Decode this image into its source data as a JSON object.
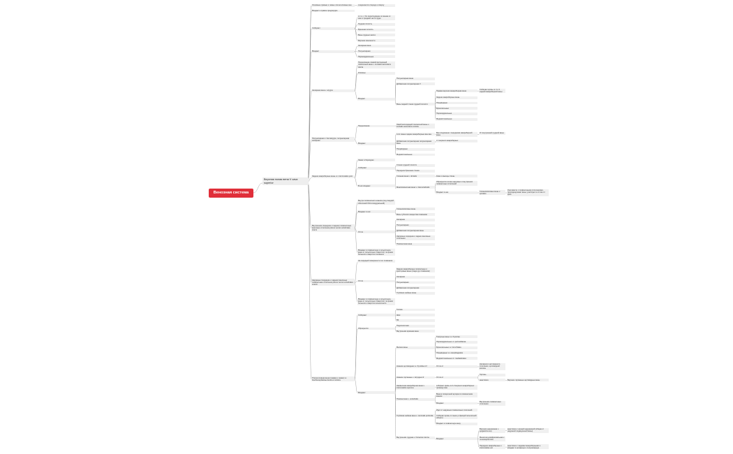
{
  "root": "Венозная система",
  "main_branch": "Верхняя полая вена V cava superior",
  "branches": [
    {
      "label": "Основные правые и левые плечеголовные вен",
      "children": [
        {
          "label": "соединяются спереди и сверху"
        }
      ]
    },
    {
      "label": "Впадает в правое предсердие"
    },
    {
      "label": "Собирает",
      "children": [
        {
          "label": "от го-т, Что происходящие по венам от шеи и средней части груди"
        },
        {
          "label": "Грудная полость"
        },
        {
          "label": "Брюшная полость"
        },
        {
          "label": "Вены грудных желез"
        },
        {
          "label": "Верхние конечности"
        }
      ]
    },
    {
      "label": "Впадает",
      "children": [
        {
          "label": "Непарная вена"
        },
        {
          "label": "Полунепарная"
        },
        {
          "label": "Перикардиальные"
        }
      ]
    },
    {
      "label": "Непарная вена v. azygos",
      "children": [
        {
          "label": "Продолжение правой восходящей поясничной вены v. lumbalis ascendens dextra"
        },
        {
          "label": "Клапаны"
        },
        {
          "label": "Впадает",
          "children": [
            {
              "label": "Полунепарная вена"
            },
            {
              "label": "Добавочная полунепарная V"
            },
            {
              "label": "Вены задней стенки грудной полости",
              "children": [
                {
                  "label": "Правая верхняя межреберная вена",
                  "children": [
                    {
                      "label": "Собирает кровь от 2 и 3 задней межреберной вены"
                    }
                  ]
                },
                {
                  "label": "Задние межреберные вены"
                },
                {
                  "label": "Пищеводные"
                },
                {
                  "label": "Бронхиальные"
                },
                {
                  "label": "Перикардиальные"
                },
                {
                  "label": "Медиастинальные"
                }
              ]
            }
          ]
        }
      ]
    },
    {
      "label": "Полунепарная v. hemiazygos, полунепарная непарная",
      "children": [
        {
          "label": "Продолжение",
          "children": [
            {
              "label": "Левой восходящей поясничной вены v. lumbalis ascendens sinistra"
            }
          ]
        },
        {
          "label": "Впадают",
          "children": [
            {
              "label": "4-11 левые задние межреберные вен вен",
              "children": [
                {
                  "label": "Вен соединена с передними межреберной вены",
                  "children": [
                    {
                      "label": "От внутренней грудной вены"
                    }
                  ]
                }
              ]
            },
            {
              "label": "Добавочная полунепарная полунепарная вена",
              "children": [
                {
                  "label": "с 1 верхних межреберных"
                }
              ]
            },
            {
              "label": "Пищеводные"
            },
            {
              "label": "Медиастинальные"
            }
          ]
        }
      ]
    },
    {
      "label": "Задние межреберные вены vv. intercostales post",
      "children": [
        {
          "label": "Лежат в бороздках"
        },
        {
          "label": "Собирают",
          "children": [
            {
              "label": "Стенки грудной полости"
            },
            {
              "label": "Передняя брюшная стенка"
            }
          ]
        },
        {
          "label": "В них впадают",
          "children": [
            {
              "label": "Спинная вена v. dorsalis",
              "children": [
                {
                  "label": "Кожа и мышцы спины"
                }
              ]
            },
            {
              "label": "Межпозвоночная вена v. intervertebralis",
              "children": [
                {
                  "label": "Образуются из вен наружных и внутренних позвоночных сплетений"
                },
                {
                  "label": "Впадает в нее",
                  "children": [
                    {
                      "label": "Спинномозговые вены v. spinales",
                      "children": [
                        {
                          "label": "Они вместе с позвоночными сплетениями, преподнодлежат вены участвуют в оттоке от ЦНС"
                        }
                      ]
                    }
                  ]
                }
              ]
            }
          ]
        }
      ]
    },
    {
      "label": "Внутренние (передние и задние) позвоночные венозные сплетения plexus venosi vertebrales interni",
      "children": [
        {
          "label": "Внутри позвоночного канала (под твердой оболочкой СМ в эпидуральной)"
        },
        {
          "label": "Впадают в них",
          "children": [
            {
              "label": "Спинномозговые вены"
            },
            {
              "label": "Вены губчатого вещества позвонков"
            }
          ]
        },
        {
          "label": "Отток",
          "children": [
            {
              "label": "Непарная"
            },
            {
              "label": "Полунепарная"
            },
            {
              "label": "Добавочная полунепарная вены"
            },
            {
              "label": "Наружные передние и задние венозные сплетения"
            },
            {
              "label": "Позвоночная вена"
            }
          ]
        },
        {
          "label": "Впадают в позвоночную и затылочную вены от затылочных отверстий, по краям большого отверстия головного"
        }
      ]
    },
    {
      "label": "Наружные (передние и задние) венозные позвоночные сплетения plexus venosi vertebrales externi",
      "children": [
        {
          "label": "На передней поверхности тел позвонков"
        },
        {
          "label": "Отток",
          "children": [
            {
              "label": "Задние межреберные поясничные и крестцовые вены (сзади дуг позвонков)"
            },
            {
              "label": "Непарная"
            },
            {
              "label": "Полунепарная"
            },
            {
              "label": "Добавочная полунепарная"
            },
            {
              "label": "Глубокие шейные вены"
            }
          ]
        },
        {
          "label": "Впадают в позвоночную и затылочную вены от затылочных отверстий, по краям большого отверстия затылочного"
        }
      ]
    },
    {
      "label": "Плечеголовная вена (правая и левая) vv. brachiocephalicae dextra et sinistra",
      "children": [
        {
          "label": "Собирают",
          "children": [
            {
              "label": "Голова"
            },
            {
              "label": "Шея"
            },
            {
              "label": "ВК"
            }
          ]
        },
        {
          "label": "Образуются",
          "children": [
            {
              "label": "Подключичная"
            },
            {
              "label": "Внутренняя яремная вена"
            }
          ]
        },
        {
          "label": "Впадают",
          "children": [
            {
              "label": "Мелкие вены",
              "children": [
                {
                  "label": "Тимусные вены vv. thymicae"
                },
                {
                  "label": "Перикардиальные vv. pericardiacae"
                },
                {
                  "label": "Бронхиальные vv. bronchiales"
                },
                {
                  "label": "Пищеводные vv. oesophageales"
                },
                {
                  "label": "Медиастинальные vv. mediastinales"
                }
              ]
            },
            {
              "label": "Нижняя щитовидная vv. thyroidea inf",
              "children": [
                {
                  "label": "Отток от",
                  "children": [
                    {
                      "label": "Непарного щитовидного сплетения, щитовидной железы"
                    }
                  ]
                }
              ]
            },
            {
              "label": "Нижние гортанные v. laryngea inf",
              "children": [
                {
                  "label": "Отток от",
                  "children": [
                    {
                      "label": "Гортань"
                    },
                    {
                      "label": "анастомоз",
                      "children": [
                        {
                          "label": "Верхние гортанные щитовидные вены"
                        }
                      ]
                    }
                  ]
                }
              ]
            },
            {
              "label": "Наивысшая межреберная вена v. intercostalis suprema",
              "children": [
                {
                  "label": "собирает кровь из 2-3 верхних межреберных промежутков"
                }
              ]
            },
            {
              "label": "Позвоночная v. vertebralis",
              "children": [
                {
                  "label": "Вена в поперечной артерии в позвоночном канале"
                },
                {
                  "label": "Впадают",
                  "children": [
                    {
                      "label": "Внутренние позвоночные сплетения"
                    }
                  ]
                }
              ]
            },
            {
              "label": "Глубокая шейная вена v. cervicalis profunda",
              "children": [
                {
                  "label": "Идет от наружных позвоночных сплетений"
                },
                {
                  "label": "Собирает кровь от мышц и фасций затылочной области"
                },
                {
                  "label": "Впадает в позвоночную вену"
                }
              ]
            },
            {
              "label": "Внутренняя грудная v. thoracica interna",
              "children": [
                {
                  "label": "Впадают",
                  "children": [
                    {
                      "label": "Верхняя надчревная v. epigastrica sup",
                      "children": [
                        {
                          "label": "анастомоз с нижней надчревной (общая от наружной подвздошной вены)"
                        }
                      ]
                    },
                    {
                      "label": "Мышечно-диафрагмальная v. musculophrenica"
                    },
                    {
                      "label": "Передние межреберные v. intercostales ant",
                      "children": [
                        {
                          "label": "анастомоз с задними межреберными и впадают в непарную и полунепарную"
                        }
                      ]
                    }
                  ]
                }
              ]
            }
          ]
        }
      ]
    }
  ]
}
